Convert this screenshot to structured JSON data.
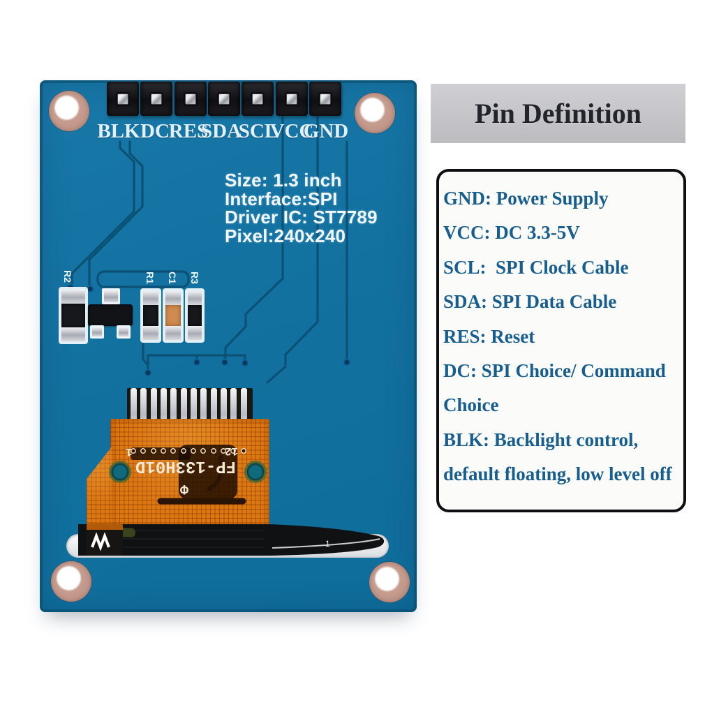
{
  "board": {
    "pin_labels": [
      "BLK",
      "DC",
      "RES",
      "SDA",
      "SCL",
      "VCC",
      "GND"
    ],
    "spec_lines": [
      "Size: 1.3 inch",
      "Interface:SPI",
      "Driver IC: ST7789",
      "Pixel:240x240"
    ],
    "component_labels": {
      "r2": "R2",
      "r1": "R1",
      "c1": "C1",
      "r3": "R3"
    },
    "flex": {
      "part_number": "FP-133H01D",
      "pin_first": "1",
      "pin_last": "12",
      "polarity_symbol": "Φ",
      "edge_mark": "1"
    },
    "colors": {
      "board_blue": "#1473a2",
      "trace_blue": "#0b5073",
      "flex_orange": "#dd7710",
      "silkscreen_white": "#e8f2fa"
    }
  },
  "panel": {
    "title": "Pin Definition",
    "lines": [
      "GND: Power Supply",
      "VCC: DC 3.3-5V",
      "SCL:  SPI Clock Cable",
      "SDA: SPI Data Cable",
      "RES: Reset",
      "DC: SPI Choice/ Command",
      "Choice",
      "BLK: Backlight control,",
      "default floating, low level off"
    ],
    "colors": {
      "title_text": "#23242b",
      "header_bg": "#c6c6ca",
      "definition_text": "#175e8e"
    }
  }
}
